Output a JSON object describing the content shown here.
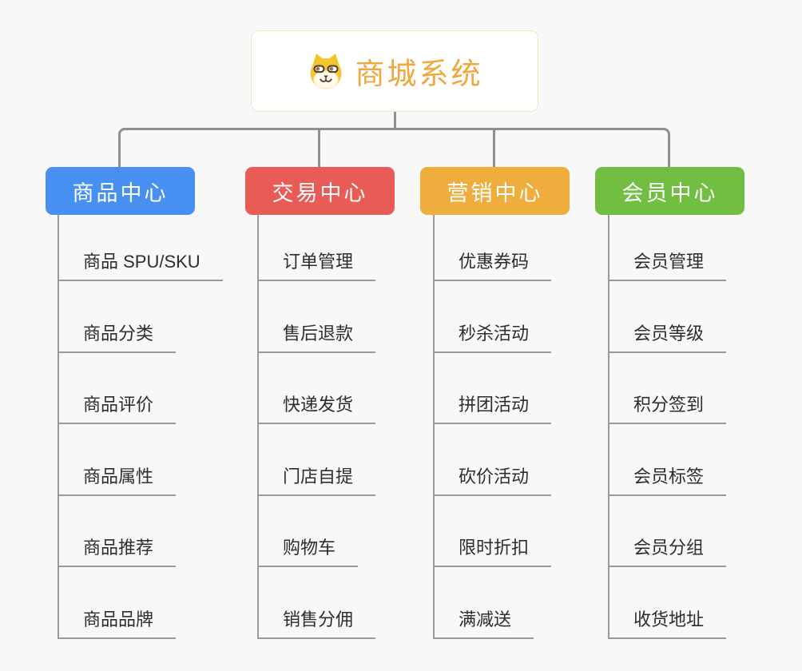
{
  "root": {
    "title": "商城系统",
    "title_color": "#efa73e",
    "border_color": "#efc178",
    "icon": "shiba-dog-icon"
  },
  "connector_color": "#8f8f8f",
  "leaf_line_color": "#9a9a9a",
  "branches": [
    {
      "label": "商品中心",
      "color": "#478ff0",
      "items": [
        "商品 SPU/SKU",
        "商品分类",
        "商品评价",
        "商品属性",
        "商品推荐",
        "商品品牌"
      ]
    },
    {
      "label": "交易中心",
      "color": "#e95b56",
      "items": [
        "订单管理",
        "售后退款",
        "快递发货",
        "门店自提",
        "购物车",
        "销售分佣"
      ]
    },
    {
      "label": "营销中心",
      "color": "#efad3e",
      "items": [
        "优惠券码",
        "秒杀活动",
        "拼团活动",
        "砍价活动",
        "限时折扣",
        "满减送"
      ]
    },
    {
      "label": "会员中心",
      "color": "#72be42",
      "items": [
        "会员管理",
        "会员等级",
        "积分签到",
        "会员标签",
        "会员分组",
        "收货地址"
      ]
    }
  ]
}
